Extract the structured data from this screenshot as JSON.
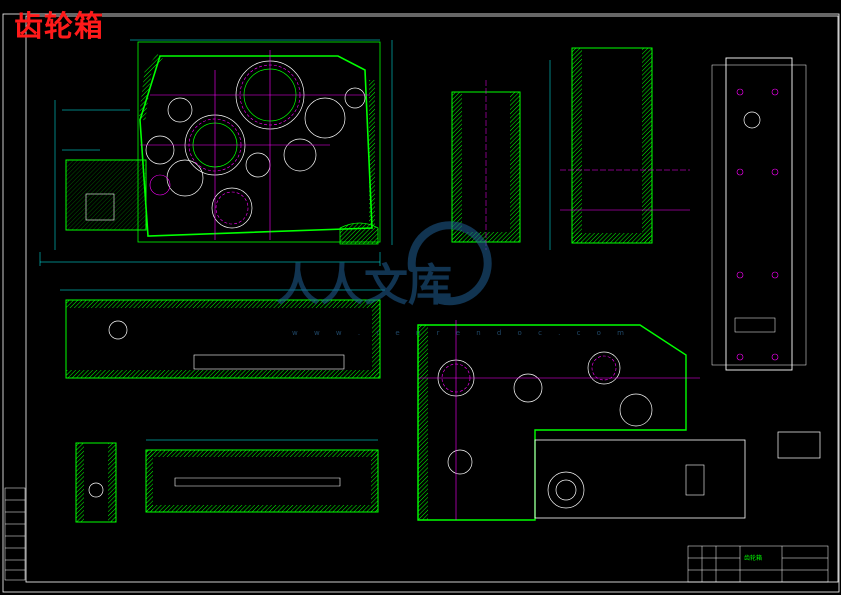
{
  "drawing": {
    "title": "齿轮箱",
    "watermark_brand": "人人文库",
    "watermark_url": "w w w . r e n r e n d o c . c o m",
    "title_block_name": "齿轮箱"
  },
  "colors": {
    "background": "#000000",
    "outline": "#00ff00",
    "hatch": "#00ff00",
    "dimension": "#00ffff",
    "center_line": "#ff00ff",
    "title_text": "#ff1a1a",
    "frame": "#ffffff"
  }
}
